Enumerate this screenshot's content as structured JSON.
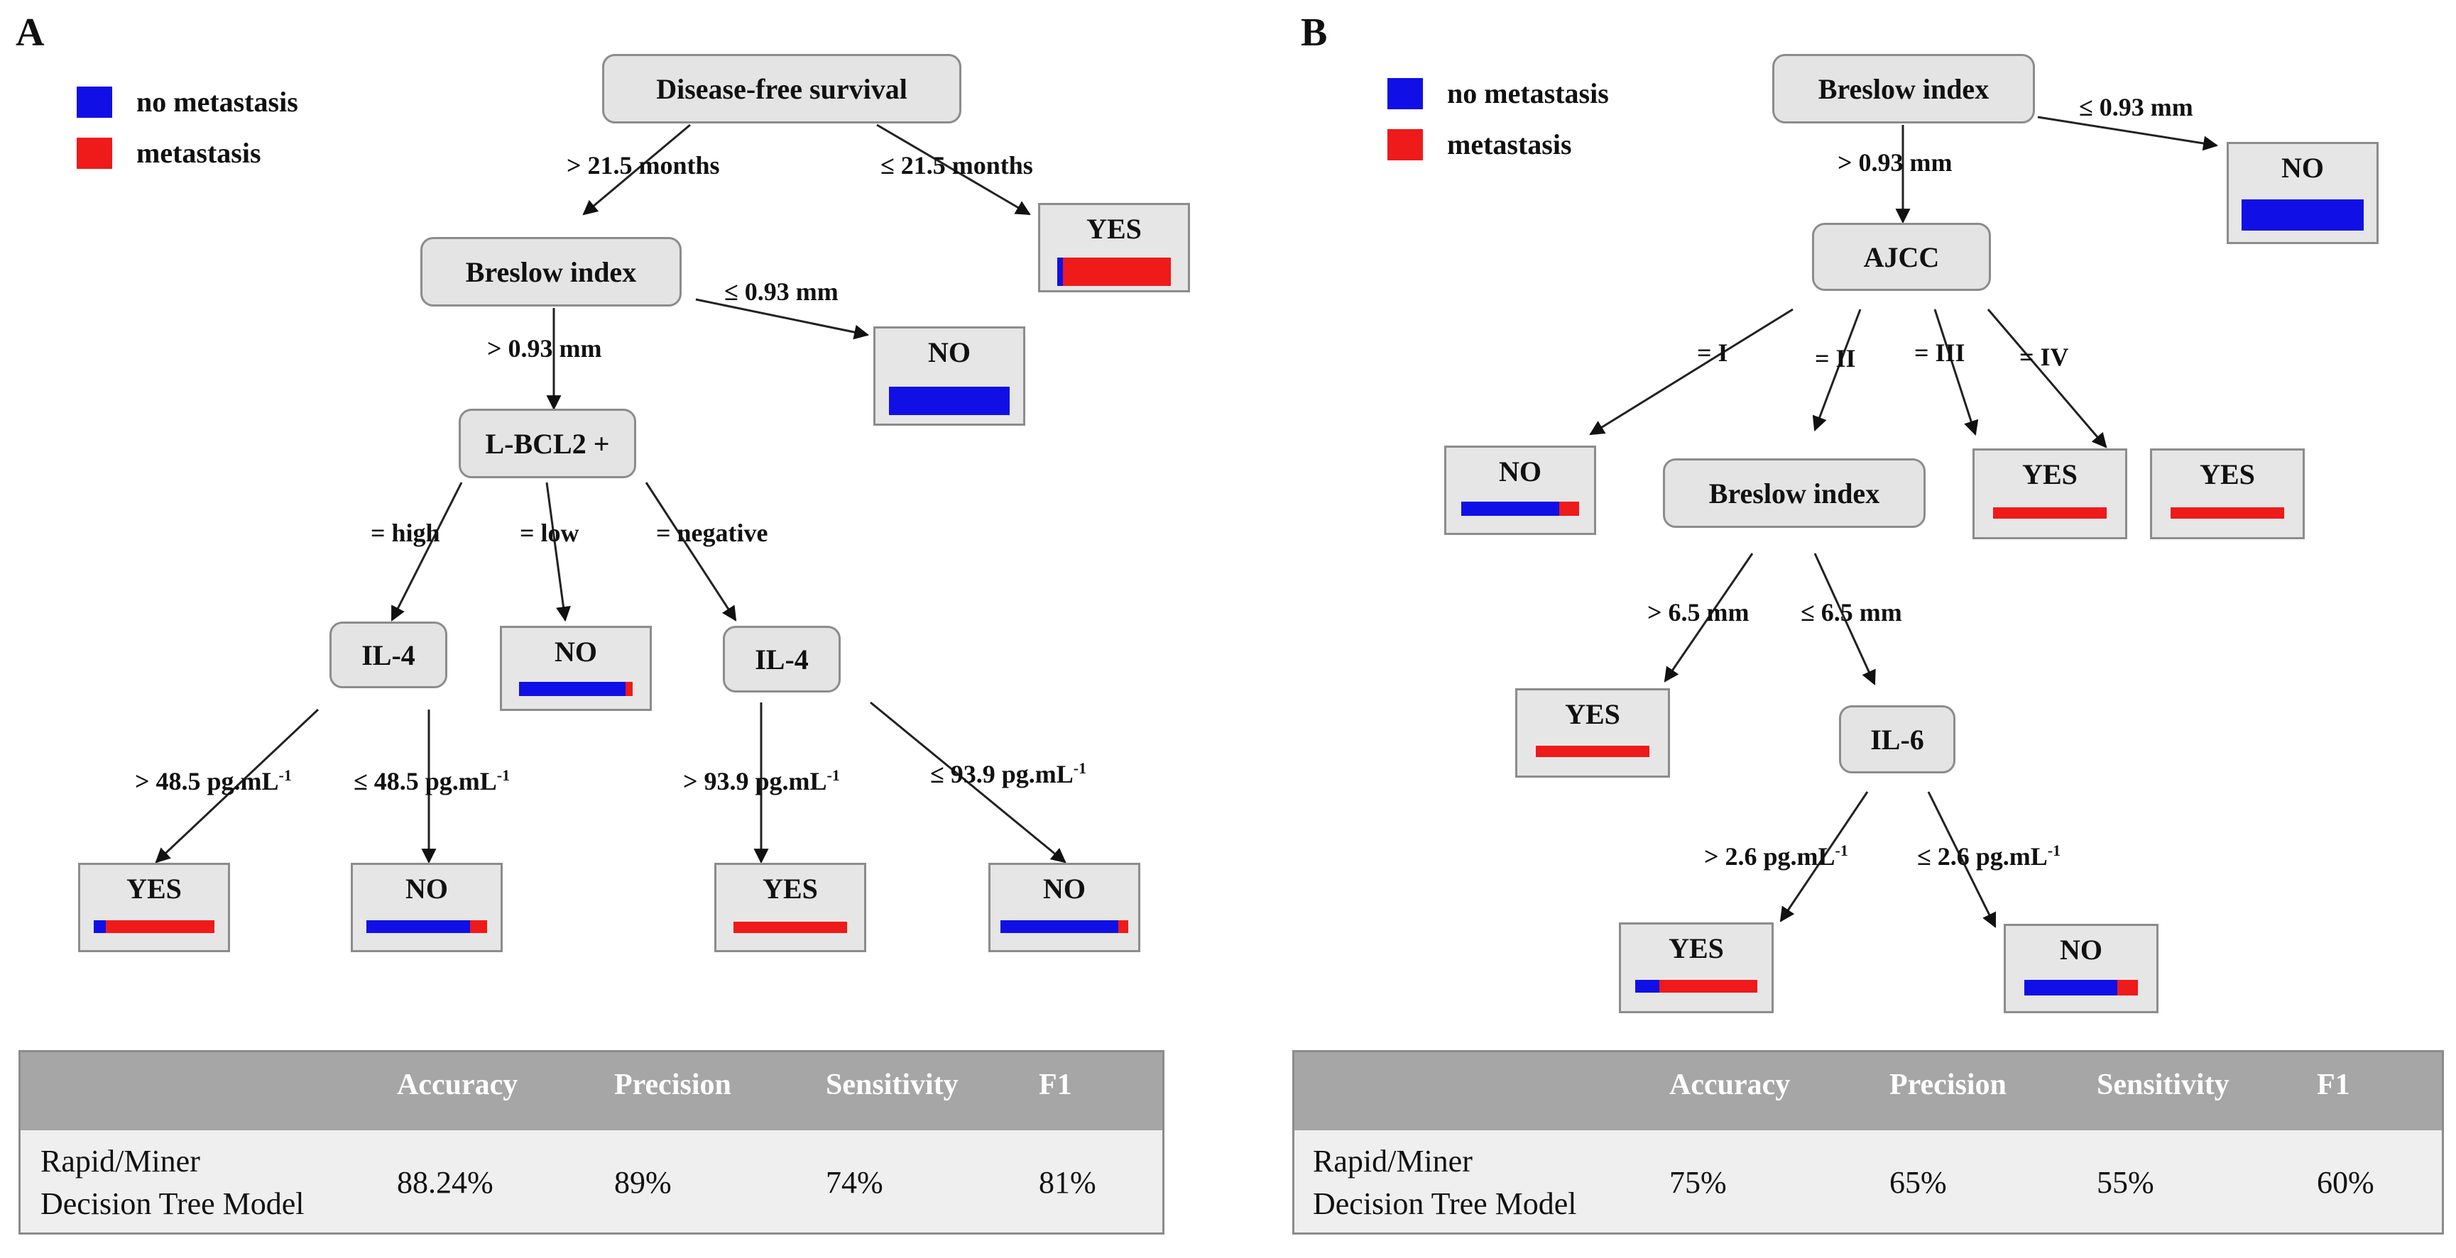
{
  "panel_a": {
    "letter": "A",
    "legend": {
      "no_metastasis": "no metastasis",
      "metastasis": "metastasis"
    },
    "nodes": {
      "root": "Disease-free survival",
      "breslow": "Breslow index",
      "lbcl2": "L-BCL2 +",
      "il4_left": "IL-4",
      "il4_right": "IL-4"
    },
    "leaves": {
      "yes_top": {
        "label": "YES",
        "blue": 0.05,
        "red": 0.95
      },
      "no_breslow": {
        "label": "NO",
        "blue": 1.0,
        "red": 0.0
      },
      "no_low": {
        "label": "NO",
        "blue": 0.94,
        "red": 0.06
      },
      "yes_ll": {
        "label": "YES",
        "blue": 0.1,
        "red": 0.9
      },
      "no_lr": {
        "label": "NO",
        "blue": 0.86,
        "red": 0.14
      },
      "yes_rl": {
        "label": "YES",
        "blue": 0.0,
        "red": 1.0
      },
      "no_rr": {
        "label": "NO",
        "blue": 0.92,
        "red": 0.08
      }
    },
    "edges": {
      "gt_21_5": "> 21.5 months",
      "le_21_5": "≤ 21.5 months",
      "gt_093": "> 0.93 mm",
      "le_093": "≤ 0.93 mm",
      "high": "= high",
      "low": "= low",
      "negative": "= negative",
      "gt_485": "> 48.5 pg.mL",
      "le_485": "≤ 48.5 pg.mL",
      "gt_939": "> 93.9 pg.mL",
      "le_939": "≤ 93.9 pg.mL",
      "exp": "-1"
    },
    "table": {
      "headers": [
        "Accuracy",
        "Precision",
        "Sensitivity",
        "F1"
      ],
      "row_label_1": "Rapid/Miner",
      "row_label_2": "Decision Tree Model",
      "values": [
        "88.24%",
        "89%",
        "74%",
        "81%"
      ]
    }
  },
  "panel_b": {
    "letter": "B",
    "legend": {
      "no_metastasis": "no metastasis",
      "metastasis": "metastasis"
    },
    "nodes": {
      "root": "Breslow index",
      "ajcc": "AJCC",
      "breslow2": "Breslow index",
      "il6": "IL-6"
    },
    "leaves": {
      "no_top": {
        "label": "NO",
        "blue": 1.0,
        "red": 0.0
      },
      "no_i": {
        "label": "NO",
        "blue": 0.83,
        "red": 0.17
      },
      "yes_iii": {
        "label": "YES",
        "blue": 0.0,
        "red": 1.0
      },
      "yes_iv": {
        "label": "YES",
        "blue": 0.0,
        "red": 1.0
      },
      "yes_gt65": {
        "label": "YES",
        "blue": 0.0,
        "red": 1.0
      },
      "yes_gt26": {
        "label": "YES",
        "blue": 0.2,
        "red": 0.8
      },
      "no_le26": {
        "label": "NO",
        "blue": 0.82,
        "red": 0.18
      }
    },
    "edges": {
      "le_093": "≤ 0.93 mm",
      "gt_093": "> 0.93 mm",
      "eq_i": "= I",
      "eq_ii": "= II",
      "eq_iii": "= III",
      "eq_iv": "= IV",
      "gt_65": "> 6.5 mm",
      "le_65": "≤ 6.5 mm",
      "gt_26": "> 2.6 pg.mL",
      "le_26": "≤ 2.6 pg.mL",
      "exp": "-1"
    },
    "table": {
      "headers": [
        "Accuracy",
        "Precision",
        "Sensitivity",
        "F1"
      ],
      "row_label_1": "Rapid/Miner",
      "row_label_2": "Decision Tree Model",
      "values": [
        "75%",
        "65%",
        "55%",
        "60%"
      ]
    }
  },
  "colors": {
    "no_metastasis": "#1010e6",
    "metastasis": "#ef1a1a",
    "node_fill": "#e4e4e4",
    "header_fill": "#a6a6a6"
  }
}
